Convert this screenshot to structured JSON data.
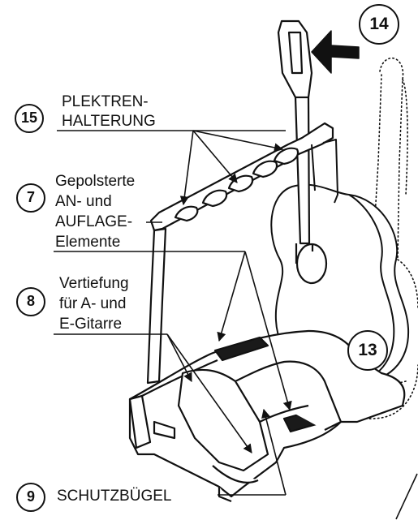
{
  "callouts": {
    "c14": "14",
    "c15": "15",
    "c7": "7",
    "c8": "8",
    "c13": "13",
    "c9": "9"
  },
  "labels": {
    "plektren_line1": "PLEKTREN-",
    "plektren_line2": "HALTERUNG",
    "pads_line1": "Gepolsterte",
    "pads_line2": "AN- und",
    "pads_line3": "AUFLAGE-",
    "pads_line4": "Elemente",
    "recess_line1": "Vertiefung",
    "recess_line2": "für A- und",
    "recess_line3": "E-Gitarre",
    "guard": "SCHUTZBÜGEL"
  },
  "colors": {
    "ink": "#111111",
    "pad_fill": "#1a1a1a",
    "background": "#ffffff"
  }
}
